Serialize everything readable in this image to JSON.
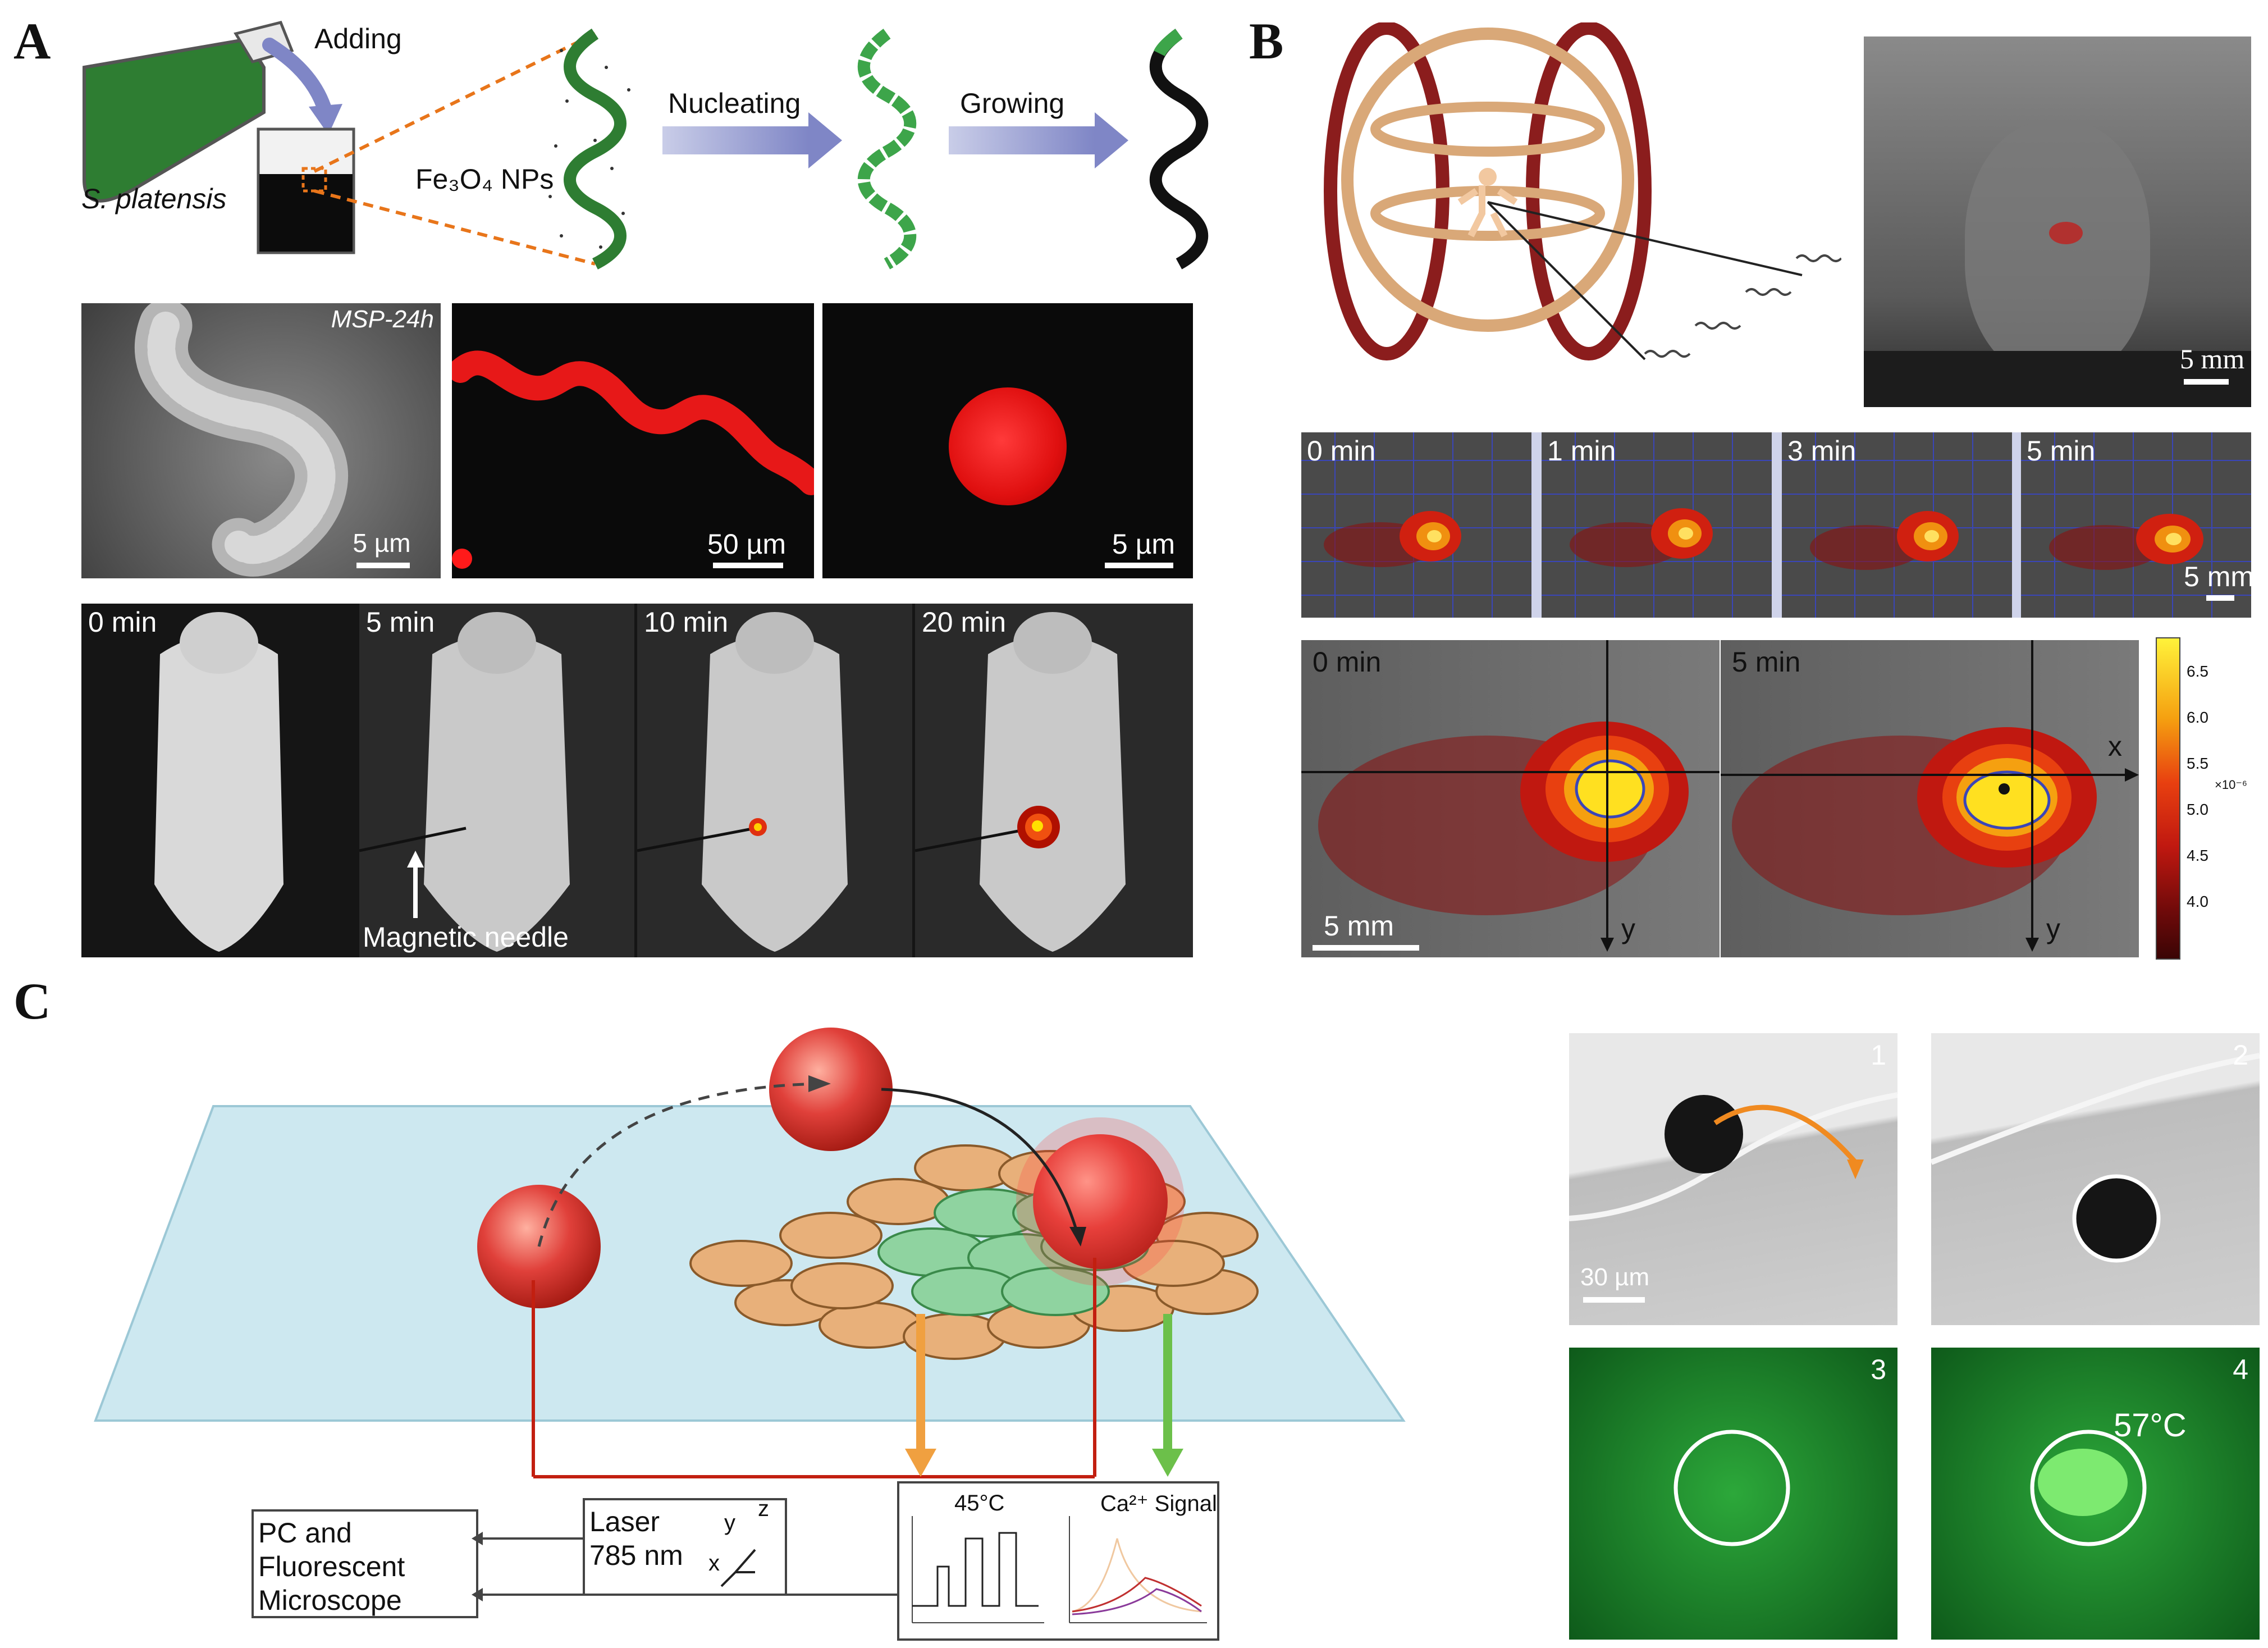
{
  "panels": {
    "a": "A",
    "b": "B",
    "c": "C"
  },
  "panel_a": {
    "adding": "Adding",
    "species": "S. platensis",
    "nanoparticles": "Fe₃O₄ NPs",
    "nucleating": "Nucleating",
    "growing": "Growing",
    "sem_label": "MSP-24h",
    "sem_scale": "5 µm",
    "fluor_scale_1": "50 µm",
    "fluor_scale_2": "5 µm",
    "mouse_times": [
      "0 min",
      "5 min",
      "10 min",
      "20 min"
    ],
    "needle_label": "Magnetic needle"
  },
  "panel_b": {
    "mri_scale": "5 mm",
    "small_times": [
      "0 min",
      "1 min",
      "3 min",
      "5 min"
    ],
    "small_scale": "5 mm",
    "large_times": [
      "0 min",
      "5 min"
    ],
    "large_scale": "5 mm",
    "axis_x": "x",
    "axis_y": "y",
    "colorbar_ticks": [
      "6.5",
      "6.0",
      "5.5",
      "5.0",
      "4.5",
      "4.0"
    ],
    "colorbar_unit": "×10⁻⁶"
  },
  "panel_c": {
    "pc_box": [
      "PC and",
      "Fluorescent",
      "Microscope"
    ],
    "laser_box": [
      "Laser",
      "785 nm"
    ],
    "axis_labels": [
      "x",
      "y",
      "z"
    ],
    "temp_plot_title": "45°C",
    "ca_plot_title": "Ca²⁺ Signal",
    "micro_numbers": [
      "1",
      "2",
      "3",
      "4"
    ],
    "micro_scale": "30 µm",
    "micro_temp": "57°C"
  },
  "colors": {
    "algae_green": "#2e7d32",
    "arrow_blue": "#7f86c6",
    "dashed_orange": "#e8751a",
    "coil_dark": "#8b1d1d",
    "coil_light": "#d9a878",
    "cell_tan": "#e8b07a",
    "cell_green": "#8fd3a0",
    "sphere_red": "#e0403a",
    "fluor_red": "#ff1a1a",
    "micro_green": "#1d9a2a"
  }
}
